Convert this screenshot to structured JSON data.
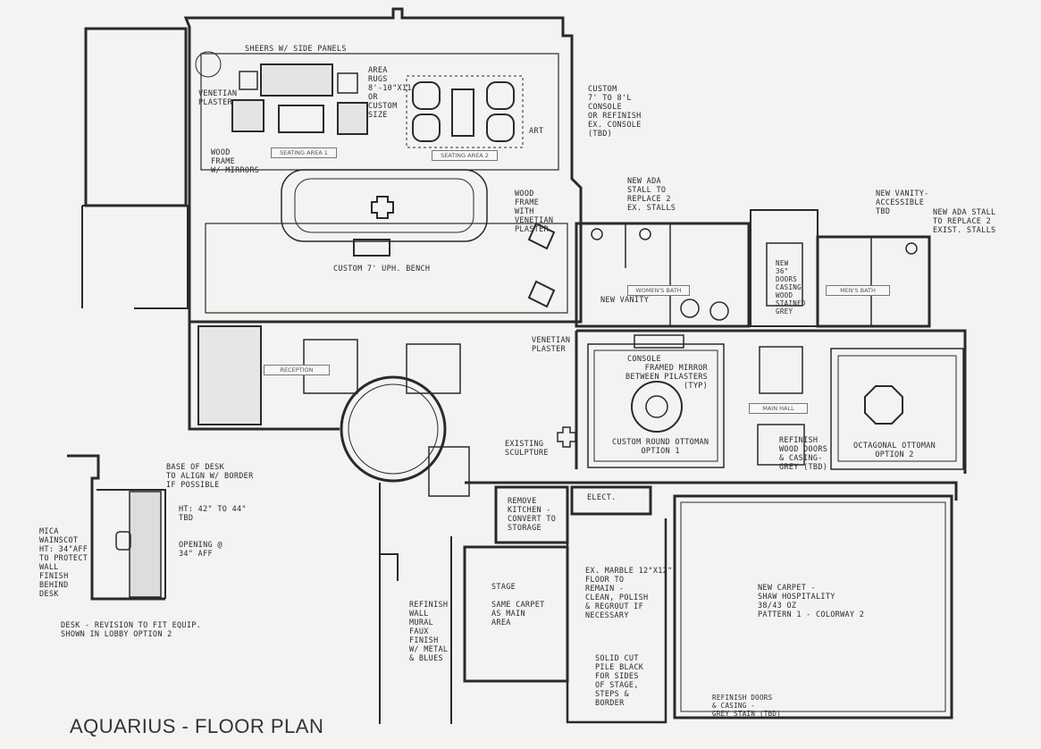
{
  "title": "AQUARIUS - FLOOR PLAN",
  "room_tags": {
    "seating_1": "SEATING AREA 1",
    "seating_2": "SEATING AREA 2",
    "reception": "RECEPTION",
    "womens_bath": "WOMEN'S BATH",
    "mens_bath": "MEN'S BATH",
    "main_hall": "MAIN HALL"
  },
  "notes": {
    "sheers": "SHEERS W/ SIDE PANELS",
    "venetian_1": "VENETIAN\nPLASTER",
    "area_rugs": "AREA\nRUGS\n8'-10\"X11'\nOR\nCUSTOM\nSIZE",
    "wood_frame_mirrors": "WOOD\nFRAME\nW/ MIRRORS",
    "custom_console": "CUSTOM\n7' TO 8'L\nCONSOLE\nOR REFINISH\nEX. CONSOLE\n(TBD)",
    "art": "ART",
    "wood_frame_venetian": "WOOD\nFRAME\nWITH\nVENETIAN\nPLASTER",
    "bench": "CUSTOM 7' UPH. BENCH",
    "ada_womens": "NEW ADA\nSTALL TO\nREPLACE 2\nEX. STALLS",
    "new_vanity": "NEW VANITY",
    "new_doors": "NEW\n36\"\nDOORS\nCASING\nWOOD\nSTAINED\nGREY",
    "vanity_accessible": "NEW VANITY-\nACCESSIBLE\nTBD",
    "ada_mens": "NEW ADA STALL\nTO REPLACE 2\nEXIST. STALLS",
    "venetian_2": "VENETIAN\nPLASTER",
    "console": "CONSOLE",
    "framed_mirror": "FRAMED MIRROR\nBETWEEN PILASTERS\n(TYP)",
    "round_ottoman": "CUSTOM ROUND OTTOMAN\nOPTION 1",
    "octagonal_ottoman": "OCTAGONAL OTTOMAN\nOPTION 2",
    "refinish_wood_doors": "REFINISH\nWOOD DOORS\n& CASING-\nGREY (TBD)",
    "existing_sculpture": "EXISTING\nSCULPTURE",
    "base_of_desk": "BASE OF DESK\nTO ALIGN W/ BORDER\nIF POSSIBLE",
    "desk_height": "HT: 42\" TO 44\"\nTBD",
    "opening": "OPENING @\n34\" AFF",
    "mica_wainscot": "MICA\nWAINSCOT\nHT: 34\"AFF\nTO PROTECT\nWALL\nFINISH\nBEHIND\nDESK",
    "desk_revision": "DESK - REVISION TO FIT EQUIP.\nSHOWN IN LOBBY OPTION 2",
    "remove_kitchen": "REMOVE\nKITCHEN -\nCONVERT TO\nSTORAGE",
    "elect": "ELECT.",
    "stage": "STAGE\n\nSAME CARPET\nAS MAIN\nAREA",
    "marble_floor": "EX. MARBLE 12\"X12\"\nFLOOR TO\nREMAIN -\nCLEAN, POLISH\n& REGROUT IF\nNECESSARY",
    "refinish_wall": "REFINISH\nWALL\nMURAL\nFAUX\nFINISH\nW/ METAL\n& BLUES",
    "solid_cut_pile": "SOLID CUT\nPILE BLACK\nFOR SIDES\nOF STAGE,\nSTEPS &\nBORDER",
    "new_carpet": "NEW CARPET -\nSHAW HOSPITALITY\n38/43 OZ\nPATTERN 1 - COLORWAY 2",
    "refinish_doors_stain": "REFINISH DOORS\n& CASING -\nGREY STAIN (TBD)"
  }
}
